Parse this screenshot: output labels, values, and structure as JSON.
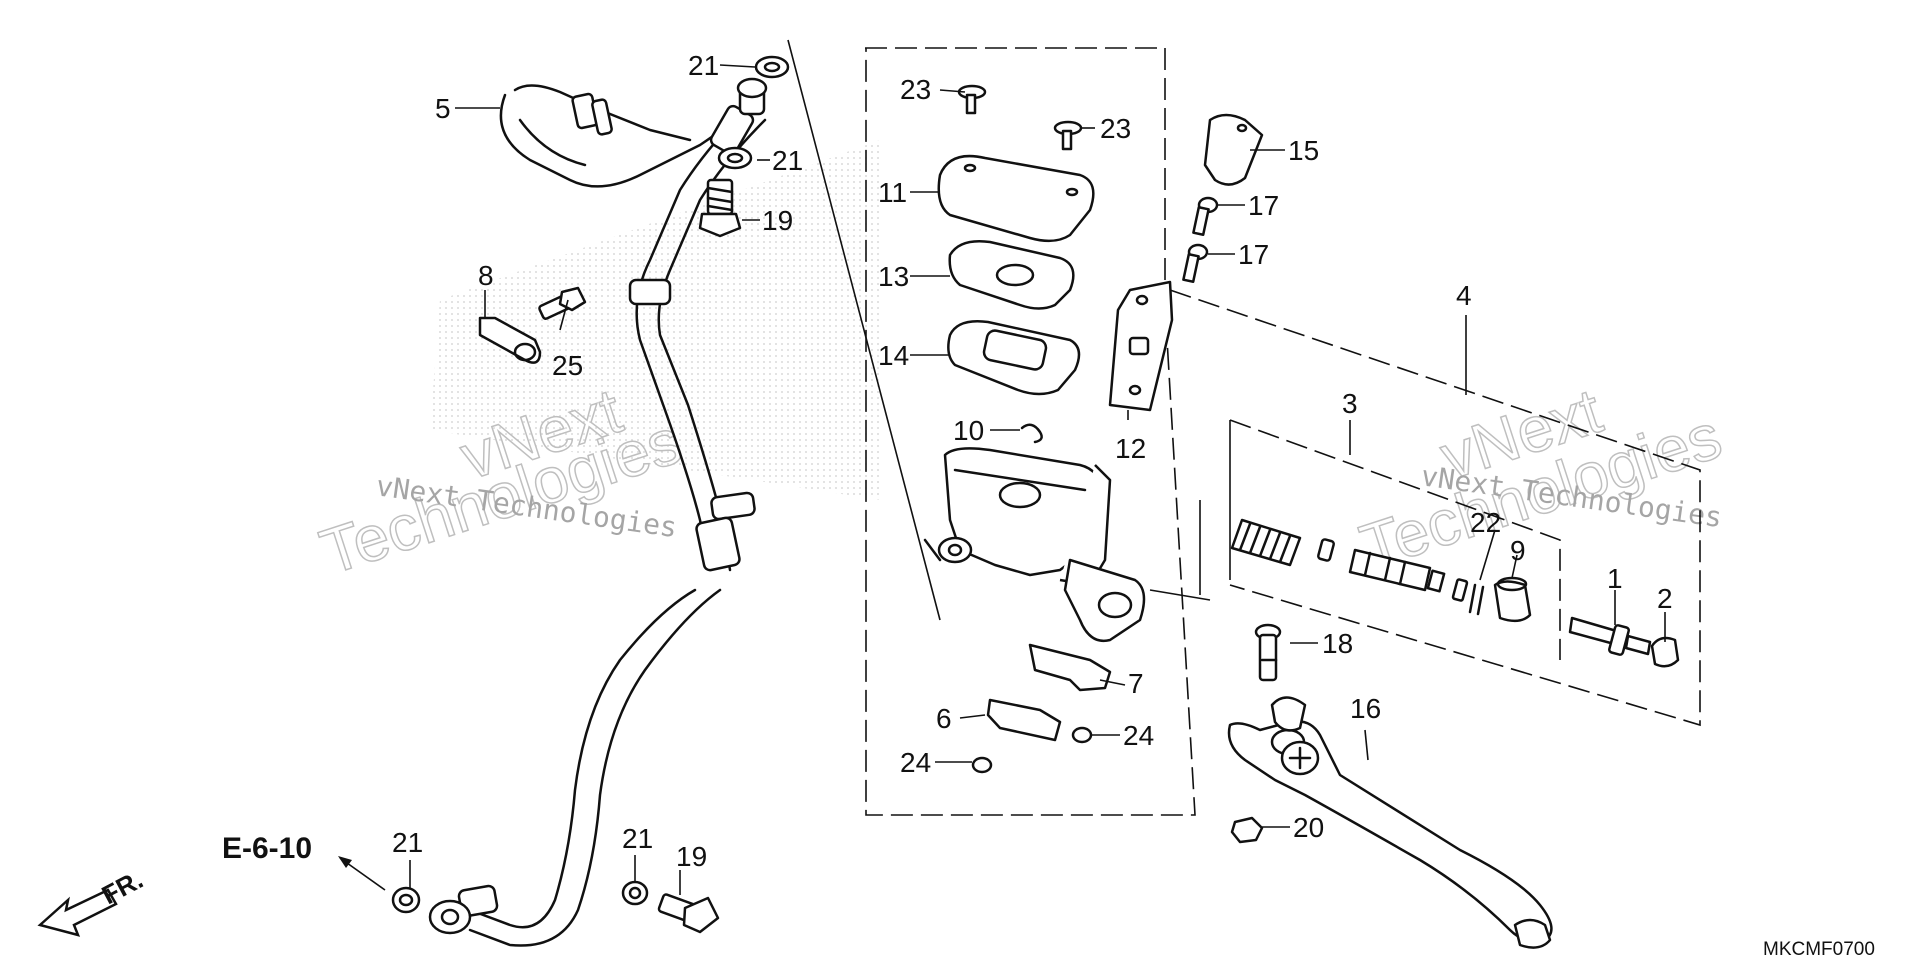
{
  "labels": {
    "p1": "1",
    "p2": "2",
    "p3": "3",
    "p4": "4",
    "p5": "5",
    "p6": "6",
    "p7": "7",
    "p8": "8",
    "p9": "9",
    "p10": "10",
    "p11": "11",
    "p12": "12",
    "p13": "13",
    "p14": "14",
    "p15": "15",
    "p16": "16",
    "p17a": "17",
    "p17b": "17",
    "p18": "18",
    "p19a": "19",
    "p19b": "19",
    "p20": "20",
    "p21a": "21",
    "p21b": "21",
    "p21c": "21",
    "p21d": "21",
    "p22": "22",
    "p23a": "23",
    "p23b": "23",
    "p24a": "24",
    "p24b": "24",
    "p25": "25"
  },
  "reference": "E-6-10",
  "front_arrow": "FR.",
  "diagram_code": "MKCMF0700",
  "watermarks": {
    "line1": "vNext Technologies",
    "big_top": "vNext",
    "big_bottom": "Technologies"
  }
}
